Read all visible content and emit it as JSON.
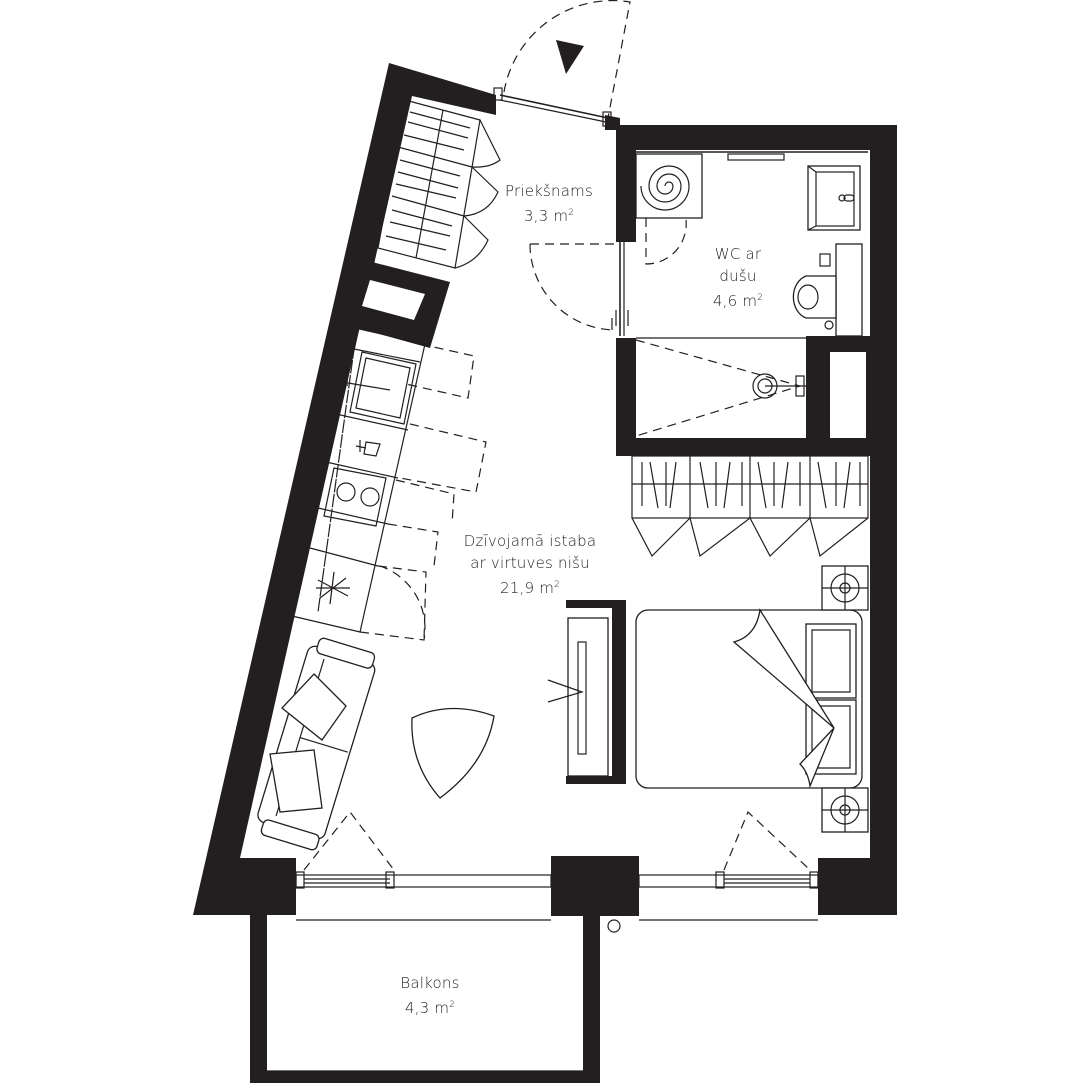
{
  "plan": {
    "type": "apartment-floor-plan",
    "colors": {
      "wall": "#231f20",
      "background": "#ffffff",
      "line": "#231f20"
    },
    "entrance_marker": "entrance-arrow-icon",
    "rooms": [
      {
        "id": "hallway",
        "name": "Priekšnams",
        "area_value": "3,3",
        "area_unit": "m",
        "area_exp": "2"
      },
      {
        "id": "bathroom",
        "name_line1": "WC ar",
        "name_line2": "dušu",
        "area_value": "4,6",
        "area_unit": "m",
        "area_exp": "2"
      },
      {
        "id": "living",
        "name_line1": "Dzīvojamā istaba",
        "name_line2": "ar virtuves nišu",
        "area_value": "21,9",
        "area_unit": "m",
        "area_exp": "2"
      },
      {
        "id": "balcony",
        "name": "Balkons",
        "area_value": "4,3",
        "area_unit": "m",
        "area_exp": "2"
      }
    ],
    "fixtures": [
      "wardrobe-hallway",
      "washing-machine",
      "bathroom-sink",
      "toilet",
      "shower",
      "kitchen-sink",
      "kitchen-hob",
      "kitchen-cabinets",
      "sofa",
      "coffee-table",
      "tv-unit",
      "double-bed",
      "nightstands",
      "bedroom-wardrobe",
      "balcony-doors"
    ]
  }
}
